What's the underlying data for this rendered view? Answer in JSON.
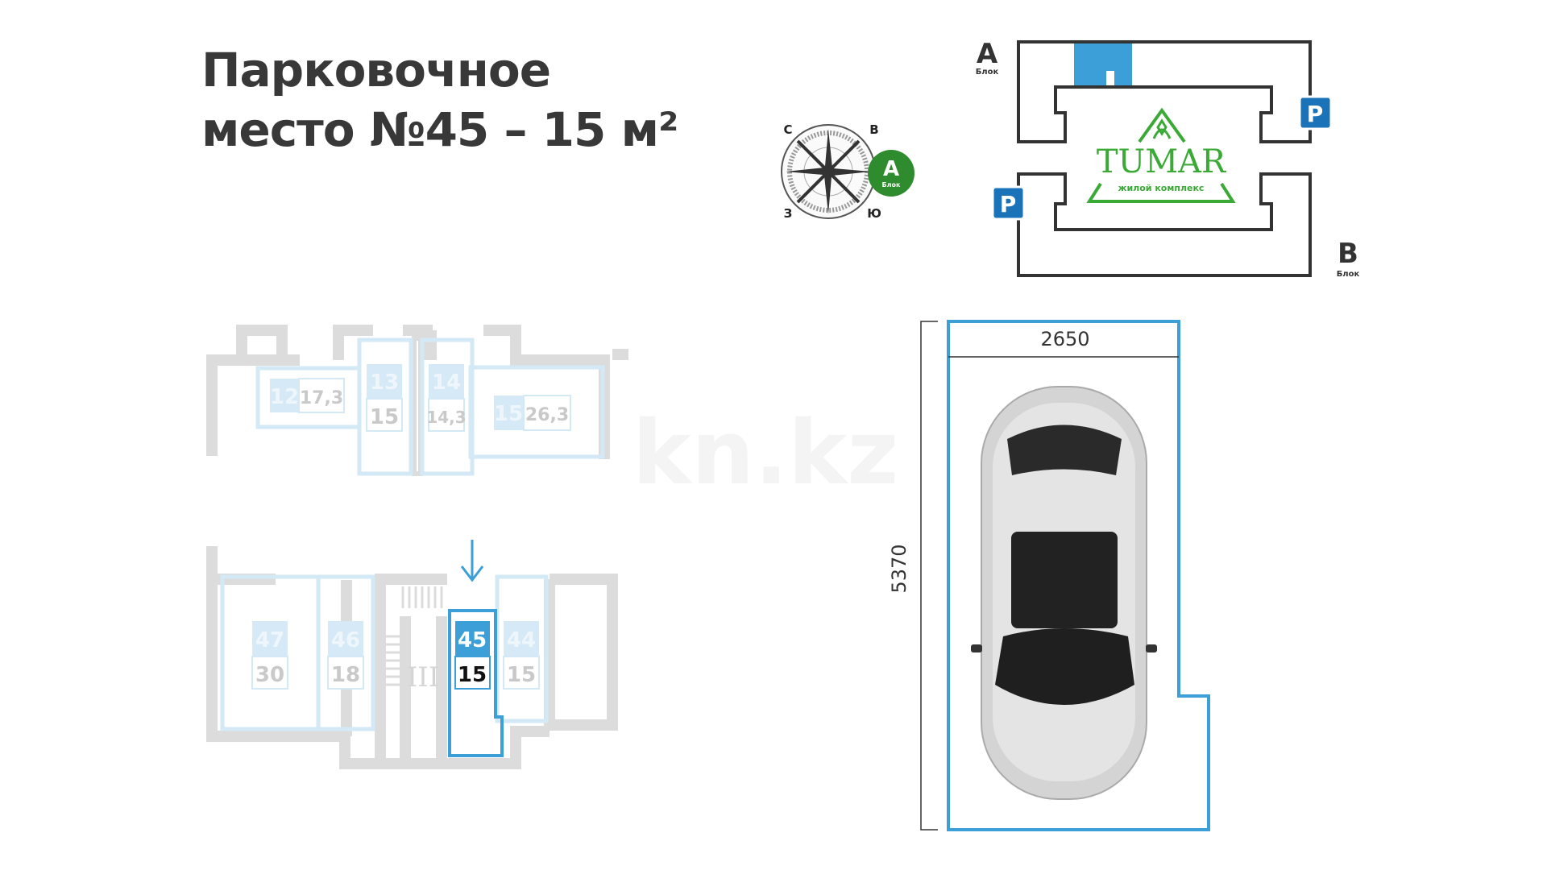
{
  "title": {
    "line1": "Парковочное",
    "line2": "место №45 – 15 м²"
  },
  "compass": {
    "north": "С",
    "east": "В",
    "west": "З",
    "south": "Ю",
    "block_badge": "A",
    "block_badge_sub": "Блок"
  },
  "site_plan": {
    "block_a": "A",
    "block_a_sub": "Блок",
    "block_b": "B",
    "block_b_sub": "Блок",
    "parking_sign": "P",
    "logo_name": "TUMAR",
    "logo_sub": "жилой комплекс"
  },
  "floor_plan": {
    "upper_spots": [
      {
        "number": "12",
        "area": "17,3"
      },
      {
        "number": "13",
        "area": "15"
      },
      {
        "number": "14",
        "area": "14,3"
      },
      {
        "number": "15",
        "area": "26,3"
      }
    ],
    "lower_spots": [
      {
        "number": "47",
        "area": "30"
      },
      {
        "number": "46",
        "area": "18"
      },
      {
        "number": "45",
        "area": "15"
      },
      {
        "number": "44",
        "area": "15"
      }
    ],
    "stair_label": "III"
  },
  "spot_detail": {
    "width": "2650",
    "length": "5370",
    "watermark": "kn.kz"
  },
  "colors": {
    "accent": "#3d9fd8",
    "sign": "#1a73b8",
    "logo": "#3aa935",
    "text": "#383838"
  }
}
